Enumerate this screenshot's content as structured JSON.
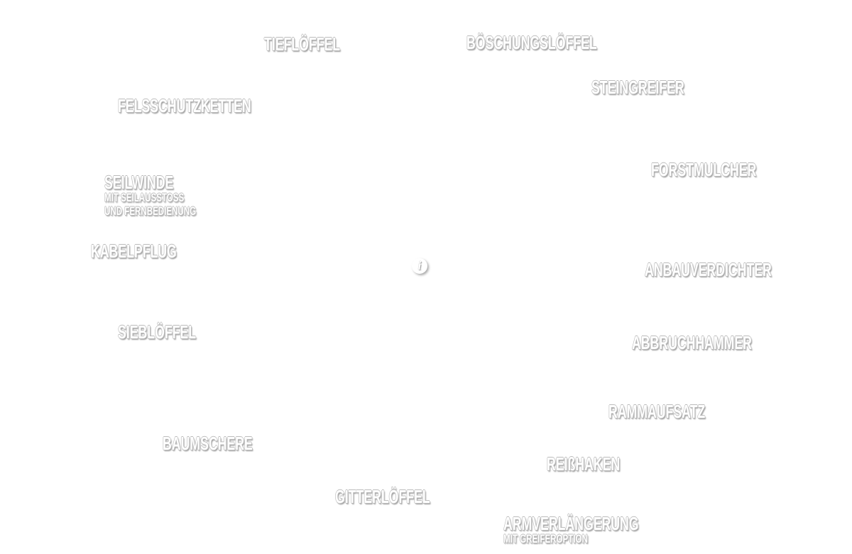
{
  "items": [
    {
      "label": "TIEFLÖFFEL"
    },
    {
      "label": "BÖSCHUNGSLÖFFEL"
    },
    {
      "label": "STEINGREIFER"
    },
    {
      "label": "FELSSCHUTZKETTEN"
    },
    {
      "label": "FORSTMULCHER"
    },
    {
      "label": "SEILWINDE",
      "sub1": "MIT SEILAUSSTOSS",
      "sub2": "UND FERNBEDIENUNG"
    },
    {
      "label": "KABELPFLUG"
    },
    {
      "label": "ANBAUVERDICHTER"
    },
    {
      "label": "ABBRUCHHAMMER"
    },
    {
      "label": "SIEBLÖFFEL"
    },
    {
      "label": "RAMMAUFSATZ"
    },
    {
      "label": "BAUMSCHERE"
    },
    {
      "label": "REIßHAKEN"
    },
    {
      "label": "GITTERLÖFFEL"
    },
    {
      "label": "ARMVERLÄNGERUNG",
      "sub1": "MIT GREIFEROPTION"
    }
  ],
  "info_icon": {
    "glyph": "i"
  }
}
